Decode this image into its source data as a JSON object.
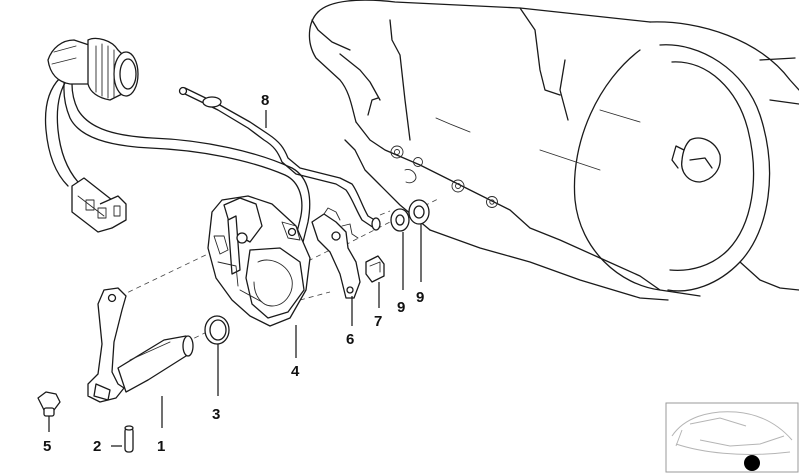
{
  "diagram": {
    "callouts": [
      {
        "id": "c1",
        "label": "1"
      },
      {
        "id": "c2",
        "label": "2"
      },
      {
        "id": "c3",
        "label": "3"
      },
      {
        "id": "c4",
        "label": "4"
      },
      {
        "id": "c5",
        "label": "5"
      },
      {
        "id": "c6",
        "label": "6"
      },
      {
        "id": "c7",
        "label": "7"
      },
      {
        "id": "c8",
        "label": "8"
      },
      {
        "id": "c9a",
        "label": "9"
      },
      {
        "id": "c9b",
        "label": "9"
      }
    ]
  }
}
